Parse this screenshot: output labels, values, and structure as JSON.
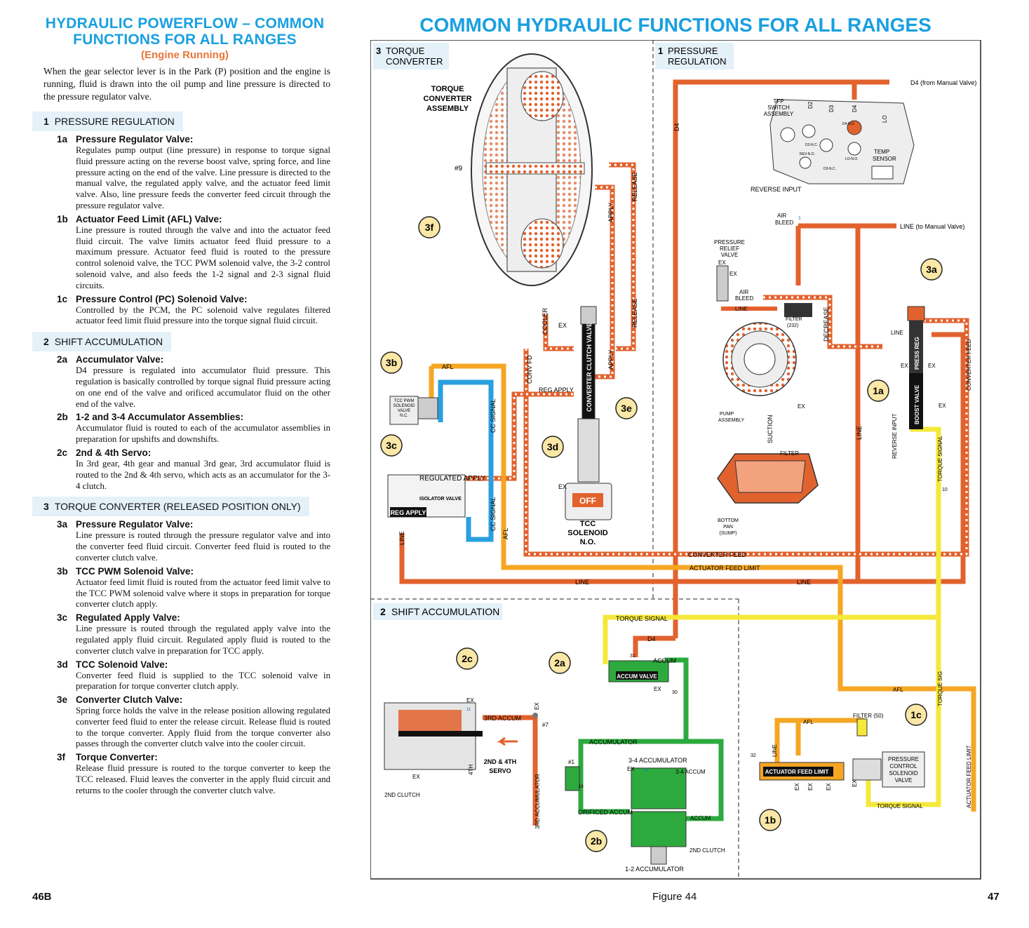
{
  "left": {
    "title_line1": "HYDRAULIC POWERFLOW – COMMON",
    "title_line2": "FUNCTIONS FOR ALL RANGES",
    "subtitle": "(Engine Running)",
    "intro": "When the gear selector lever is in the Park (P) position and the engine is running, fluid is drawn into the oil pump and line pressure is directed to the pressure regulator valve.",
    "sections": [
      {
        "num": "1",
        "title": "PRESSURE REGULATION",
        "items": [
          {
            "num": "1a",
            "title": "Pressure Regulator Valve:",
            "body": "Regulates pump output (line pressure) in response to torque signal fluid pressure acting on the reverse boost valve, spring force, and line pressure acting on the end of the valve. Line pressure is directed to the manual valve, the regulated apply valve, and the actuator feed limit valve. Also, line pressure feeds the converter feed circuit through the pressure regulator valve."
          },
          {
            "num": "1b",
            "title": "Actuator Feed Limit (AFL) Valve:",
            "body": "Line pressure is routed through the valve and into the actuator feed fluid circuit. The valve limits actuator feed fluid pressure to a maximum pressure. Actuator feed fluid is routed to the pressure control solenoid valve, the TCC PWM solenoid valve, the 3-2 control solenoid valve, and also feeds the 1-2 signal and 2-3 signal fluid circuits."
          },
          {
            "num": "1c",
            "title": "Pressure Control (PC) Solenoid Valve:",
            "body": "Controlled by the PCM, the PC solenoid valve regulates filtered actuator feed limit fluid pressure into the torque signal fluid circuit."
          }
        ]
      },
      {
        "num": "2",
        "title": "SHIFT ACCUMULATION",
        "items": [
          {
            "num": "2a",
            "title": "Accumulator Valve:",
            "body": "D4 pressure is regulated into accumulator fluid pressure. This regulation is basically controlled by torque signal fluid pressure acting on one end of the valve and orificed accumulator fluid on the other end of the valve."
          },
          {
            "num": "2b",
            "title": "1-2 and 3-4 Accumulator Assemblies:",
            "body": "Accumulator fluid is routed to each of the accumulator assemblies in preparation for upshifts and downshifts."
          },
          {
            "num": "2c",
            "title": "2nd & 4th Servo:",
            "body": "In 3rd gear, 4th gear and manual 3rd gear, 3rd accumulator fluid is routed to the 2nd & 4th servo, which acts as an accumulator for the 3-4 clutch."
          }
        ]
      },
      {
        "num": "3",
        "title": "TORQUE CONVERTER (RELEASED POSITION ONLY)",
        "items": [
          {
            "num": "3a",
            "title": "Pressure Regulator Valve:",
            "body": "Line pressure is routed through the pressure regulator valve and into the converter feed fluid circuit. Converter feed fluid is routed to the converter clutch valve."
          },
          {
            "num": "3b",
            "title": "TCC PWM Solenoid Valve:",
            "body": "Actuator feed limit fluid is routed from the actuator feed limit valve to the TCC PWM solenoid valve where it stops in preparation for torque converter clutch apply."
          },
          {
            "num": "3c",
            "title": "Regulated Apply Valve:",
            "body": "Line pressure is routed through the regulated apply valve into the regulated apply fluid circuit. Regulated apply fluid is routed to the converter clutch valve in preparation for TCC apply."
          },
          {
            "num": "3d",
            "title": "TCC Solenoid Valve:",
            "body": "Converter feed fluid is supplied to the TCC solenoid valve in preparation for torque converter clutch apply."
          },
          {
            "num": "3e",
            "title": "Converter Clutch Valve:",
            "body": "Spring force holds the valve in the release position allowing regulated converter feed fluid to enter the release circuit. Release fluid is routed to the torque converter. Apply fluid from the torque converter also passes through the converter clutch valve into the cooler circuit."
          },
          {
            "num": "3f",
            "title": "Torque Converter:",
            "body": "Release fluid pressure is routed to the torque converter to keep the TCC released. Fluid leaves the converter in the apply fluid circuit and returns to the cooler through the converter clutch valve."
          }
        ]
      }
    ]
  },
  "diagram": {
    "title": "COMMON HYDRAULIC FUNCTIONS FOR ALL RANGES",
    "sections": {
      "s3": {
        "num": "3",
        "line1": "TORQUE",
        "line2": "CONVERTER"
      },
      "s1": {
        "num": "1",
        "line1": "PRESSURE",
        "line2": "REGULATION"
      },
      "s2": {
        "num": "2",
        "line1": "SHIFT ACCUMULATION"
      }
    },
    "callouts": [
      "3f",
      "3b",
      "3c",
      "3d",
      "3e",
      "3a",
      "1a",
      "2a",
      "2c",
      "2b",
      "1b",
      "1c"
    ],
    "labels": {
      "tc_assembly": [
        "TORQUE",
        "CONVERTER",
        "ASSEMBLY"
      ],
      "num9": "#9",
      "apply": "APPLY",
      "release": "RELEASE",
      "cooler": "COOLER",
      "conv_fd": "CONV FD",
      "ex": "EX",
      "reg_apply": "REG APPLY",
      "regulated_apply": "REGULATED APPLY",
      "afl": "AFL",
      "cc_signal": "CC SIGNAL",
      "line": "LINE",
      "tcc_pwm": [
        "TCC PWM",
        "SOLENOID",
        "VALVE",
        "N.C."
      ],
      "isolator_valve": "ISOLATOR VALVE",
      "reg_apply_valve": "REG APPLY",
      "ccv": "CONVERTER CLUTCH VALVE",
      "off": "OFF",
      "tcc_sol": [
        "TCC",
        "SOLENOID",
        "N.O."
      ],
      "converter_feed": "CONVERTER FEED",
      "actuator_feed_limit": "ACTUATOR FEED LIMIT",
      "d4": "D4",
      "d4_manual": "D4 (from Manual Valve)",
      "tfp": [
        "TFP",
        "SWITCH",
        "ASSEMBLY"
      ],
      "d2": "D2",
      "d3": "D3",
      "lo": "LO",
      "d4no": "D4-N.O.",
      "d2nc": "D2-N.C.",
      "revno": "REV-N.O.",
      "d3nc": "D3-N.C.",
      "lono": "LO-N.O.",
      "temp": [
        "TEMP",
        "SENSOR"
      ],
      "reverse_input": "REVERSE INPUT",
      "air_bleed": [
        "AIR",
        "BLEED"
      ],
      "line_manual": "LINE (to Manual Valve)",
      "prv": [
        "PRESSURE",
        "RELIEF",
        "VALVE"
      ],
      "filter232": [
        "FILTER",
        "(232)"
      ],
      "decrease": "DECREASE",
      "pump": [
        "PUMP",
        "ASSEMBLY"
      ],
      "suction": "SUCTION",
      "filter": "FILTER",
      "bottom_pan": [
        "BOTTOM",
        "PAN",
        "(SUMP)"
      ],
      "pressure_reg": "PRESS REG",
      "boost_valve": "BOOST VALVE",
      "torque_signal": "TORQUE SIGNAL",
      "torque_sig": "TORQUE SIG",
      "accum": "ACCUM",
      "accum_valve": "ACCUM VALVE",
      "accumulator": "ACCUMULATOR",
      "acc34": "3-4 ACCUMULATOR",
      "acc34_short": "3-4 ACCUM",
      "orificed_accum": "ORIFICED ACCUM",
      "acc12": "1-2 ACCUMULATOR",
      "clutch2": "2ND CLUTCH",
      "rd3accum": "3RD ACCUM",
      "rd3accumulator": "3RD ACCUMULATOR",
      "servo": [
        "2ND & 4TH",
        "SERVO"
      ],
      "th4": "4TH",
      "num7": "#7",
      "num1": "#1",
      "afl_valve": "ACTUATOR FEED LIMIT",
      "filter50": "FILTER (50)",
      "pcsv": [
        "PRESSURE",
        "CONTROL",
        "SOLENOID",
        "VALVE"
      ],
      "actuator_feed_limit_v": "ACTUATOR FEED LIMIT",
      "n1": "1",
      "n2": "2",
      "n4": "4",
      "n6": "6",
      "n8": "8",
      "n9": "9",
      "n10": "10",
      "n11": "11",
      "n16": "16",
      "n18": "18",
      "n19": "19",
      "n30": "30",
      "n31": "31",
      "n32": "32"
    }
  },
  "footer": {
    "left": "46B",
    "center": "Figure 44",
    "right": "47"
  },
  "colors": {
    "blue": "#1aa0e0",
    "orange_accent": "#e8773a",
    "line_red": "#e2622e",
    "afl_orange": "#f5a623",
    "yellow": "#f4e83a",
    "green": "#2daa3e",
    "cyan": "#2a9fe0",
    "section_bg": "#e4f1f9"
  }
}
